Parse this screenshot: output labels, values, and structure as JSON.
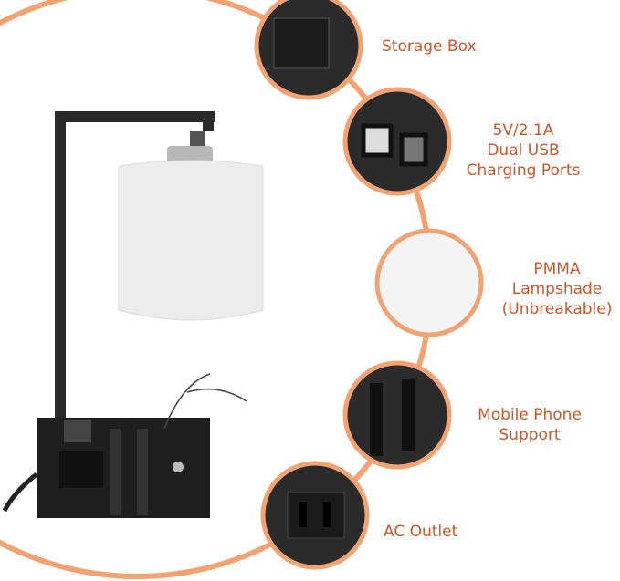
{
  "colors": {
    "accent_text": "#c8582b",
    "ring": "#f2a373",
    "lamp_body": "#2a2a2a",
    "shade": "#ececec"
  },
  "features": [
    {
      "lines": [
        "Storage Box"
      ]
    },
    {
      "lines": [
        "5V/2.1A",
        "Dual USB",
        "Charging Ports"
      ]
    },
    {
      "lines": [
        "PMMA",
        "Lampshade",
        "(Unbreakable)"
      ]
    },
    {
      "lines": [
        "Mobile Phone",
        "Support"
      ]
    },
    {
      "lines": [
        "AC Outlet"
      ]
    }
  ]
}
